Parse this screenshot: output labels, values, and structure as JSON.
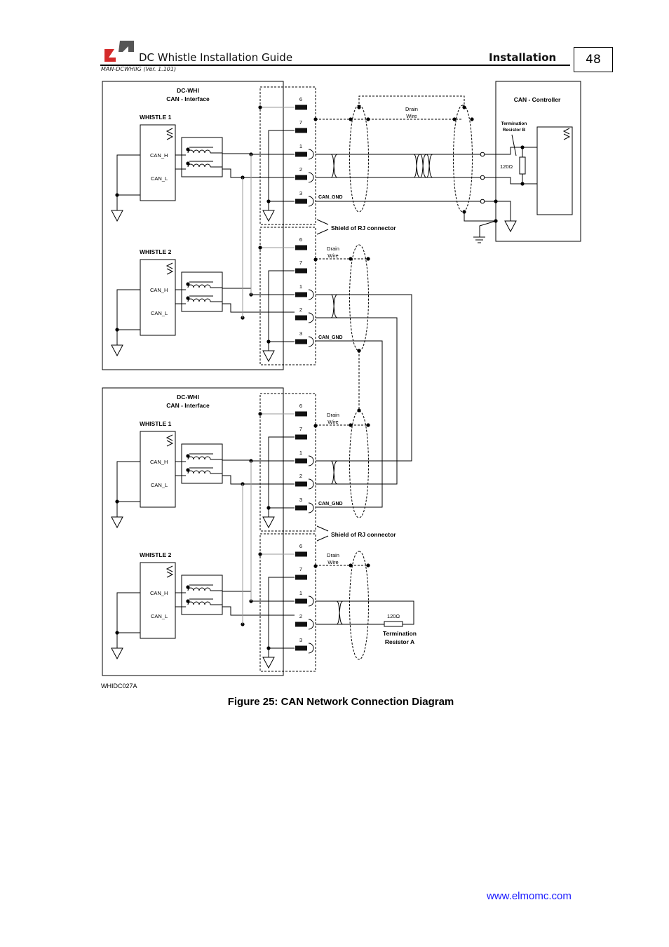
{
  "header": {
    "title": "DC Whistle Installation Guide",
    "section": "Installation",
    "page": "48",
    "doc_id": "MAN-DCWHIIG (Ver. 1.101)"
  },
  "diagram": {
    "module_title_1": "DC-WHI",
    "module_title_2": "CAN -  Interface",
    "whistle_1": "WHISTLE 1",
    "whistle_2": "WHISTLE 2",
    "can_h": "CAN_H",
    "can_l": "CAN_L",
    "can_gnd": "CAN_GND",
    "pins": [
      "6",
      "7",
      "1",
      "2",
      "3"
    ],
    "drain_1": "Drain",
    "drain_2": "Wire",
    "shield": "Shield of RJ connector",
    "controller": "CAN -  Controller",
    "term_b_1": "Termination",
    "term_b_2": "Resistor B",
    "ohm": "120Ω",
    "term_a_1": "Termination",
    "term_a_2": "Resistor A",
    "figure_id": "WHIDC027A"
  },
  "caption": "Figure 25: CAN Network Connection Diagram",
  "footer": {
    "url": "www.elmomc.com"
  },
  "colors": {
    "logo_red": "#d42a2a",
    "logo_gray": "#555555",
    "link": "#1a1aff"
  }
}
